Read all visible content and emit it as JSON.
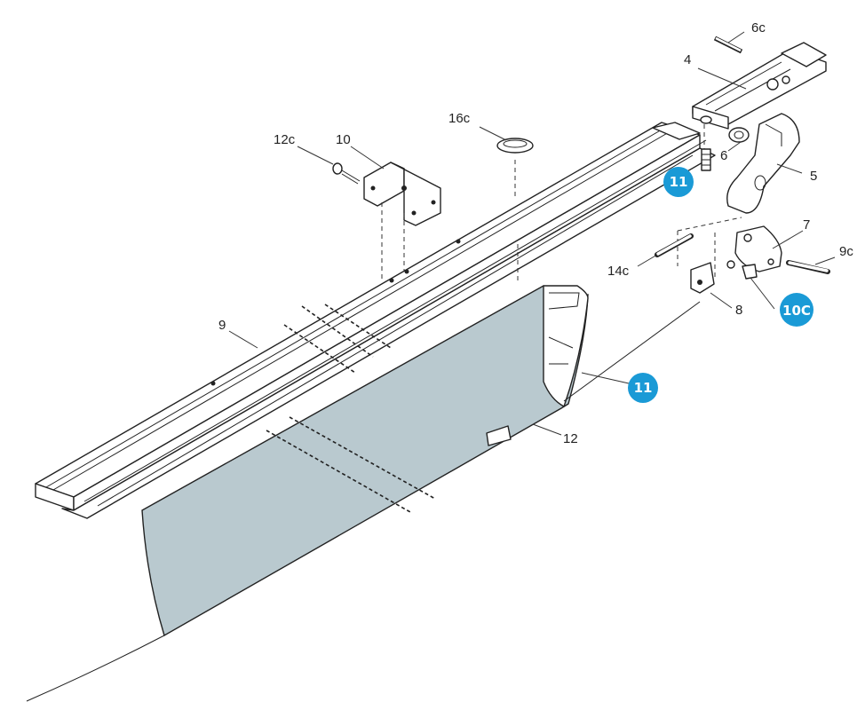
{
  "colors": {
    "badge": "#1a9ad6",
    "fabric": "#b9c9cf",
    "line": "#222222"
  },
  "labels": {
    "l6c": "6c",
    "l4": "4",
    "l16c": "16c",
    "l12c": "12c",
    "l10": "10",
    "l6": "6",
    "l5": "5",
    "l7": "7",
    "l9c": "9c",
    "l14c": "14c",
    "l8": "8",
    "l9": "9",
    "l12": "12"
  },
  "badges": {
    "b11_top": "11",
    "b10c": "10C",
    "b11_mid": "11"
  }
}
